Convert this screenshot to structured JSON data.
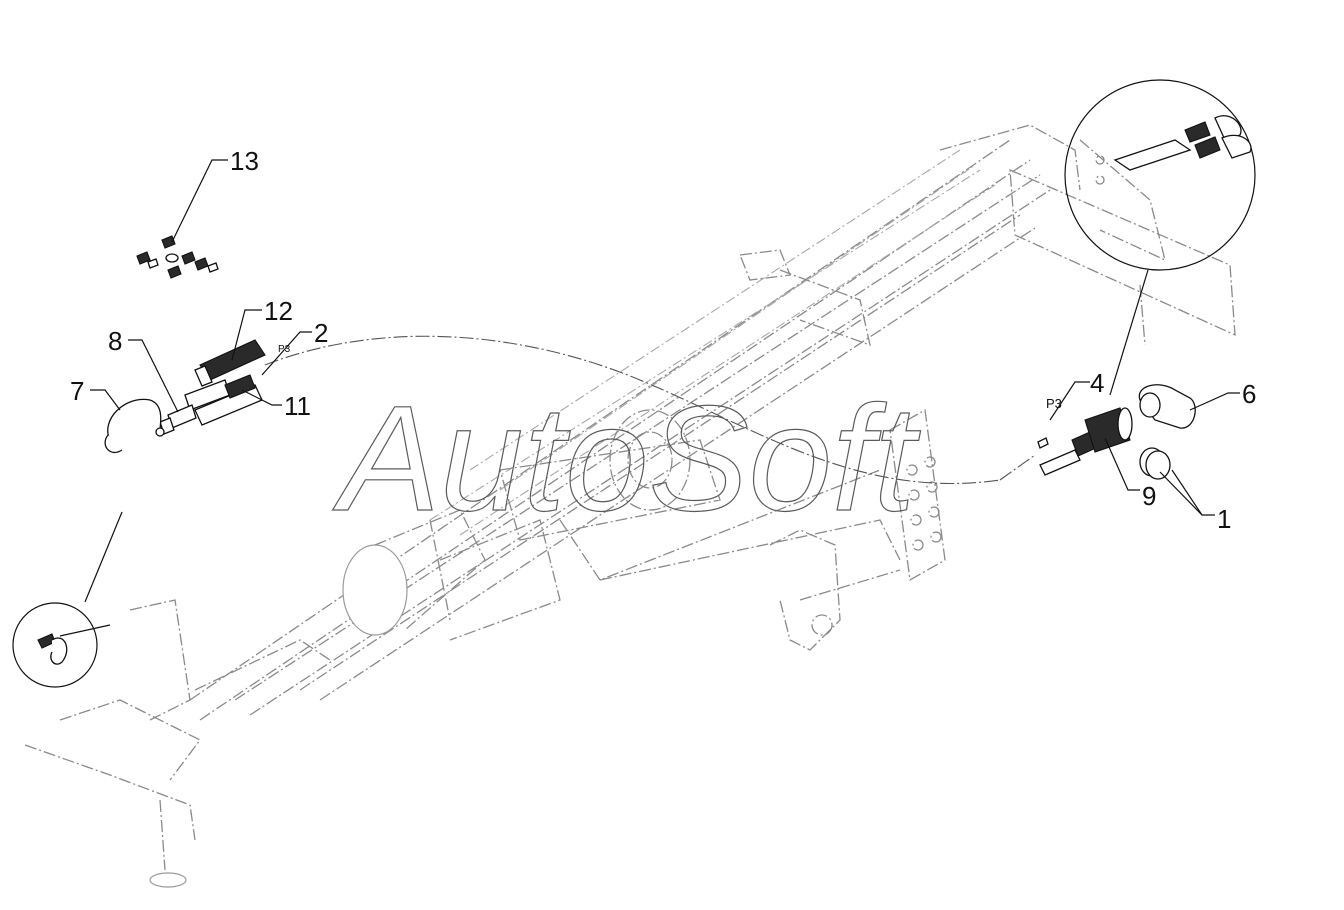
{
  "watermark": "AutoSoft",
  "callouts": [
    {
      "id": "13",
      "label": "13"
    },
    {
      "id": "12",
      "label": "12"
    },
    {
      "id": "2",
      "label": "2"
    },
    {
      "id": "8",
      "label": "8"
    },
    {
      "id": "11",
      "label": "11"
    },
    {
      "id": "7",
      "label": "7"
    },
    {
      "id": "4",
      "label": "4"
    },
    {
      "id": "6",
      "label": "6"
    },
    {
      "id": "9",
      "label": "9"
    },
    {
      "id": "1",
      "label": "1"
    }
  ],
  "refs": {
    "left": "P3",
    "right": "P3"
  },
  "colors": {
    "ink": "#111111",
    "frame": "#8a8a8a",
    "background": "#ffffff"
  }
}
